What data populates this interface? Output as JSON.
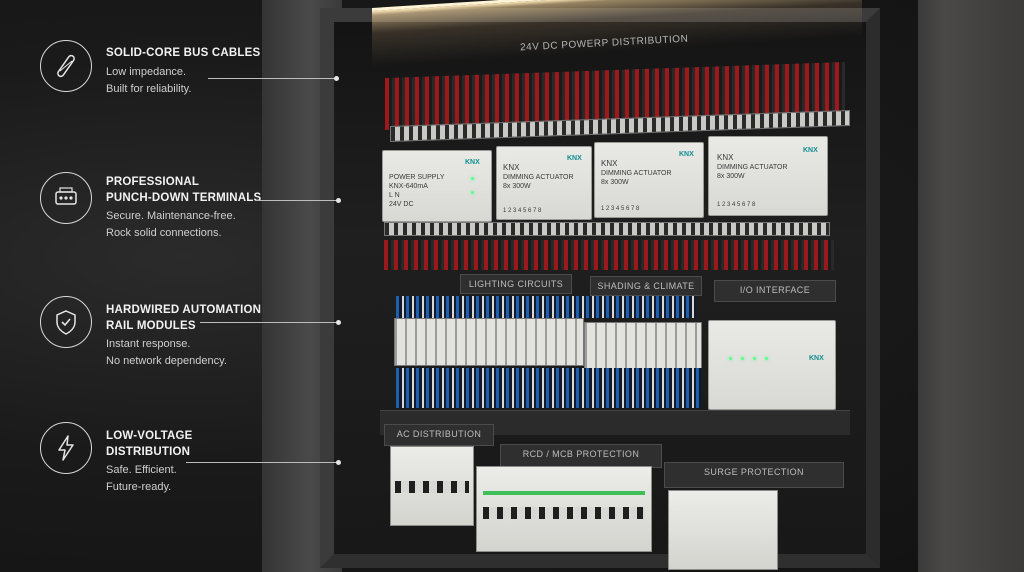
{
  "features": [
    {
      "icon": "cable-icon",
      "title_lines": [
        "SOLID-CORE BUS CABLES"
      ],
      "desc_lines": [
        "Low impedance.",
        "Built for reliability."
      ]
    },
    {
      "icon": "terminal-block-icon",
      "title_lines": [
        "PROFESSIONAL",
        "PUNCH-DOWN TERMINALS"
      ],
      "desc_lines": [
        "Secure. Maintenance-free.",
        "Rock solid connections."
      ]
    },
    {
      "icon": "shield-check-icon",
      "title_lines": [
        "HARDWIRED AUTOMATION",
        "RAIL MODULES"
      ],
      "desc_lines": [
        "Instant response.",
        "No network dependency."
      ]
    },
    {
      "icon": "lightning-bolt-icon",
      "title_lines": [
        "LOW-VOLTAGE",
        "DISTRIBUTION"
      ],
      "desc_lines": [
        "Safe. Efficient.",
        "Future-ready."
      ]
    }
  ],
  "panel": {
    "top_label": "24V DC POWERP DISTRIBUTION",
    "modules": [
      {
        "logo": "KNX",
        "lines": [
          "POWER SUPPLY",
          "KNX-640mA",
          "L  N",
          "24V DC"
        ]
      },
      {
        "logo": "KNX",
        "lines": [
          "KNX",
          "DIMMING ACTUATOR",
          "8x 300W"
        ]
      },
      {
        "logo": "KNX",
        "lines": [
          "KNX",
          "DIMMING ACTUATOR",
          "8x 300W"
        ]
      },
      {
        "logo": "KNX",
        "lines": [
          "KNX",
          "DIMMING ACTUATOR",
          "8x 300W"
        ]
      }
    ],
    "channel_numbers": "1  2  3  4  5  6  7  8",
    "section_labels": {
      "lighting": "LIGHTING CIRCUITS",
      "shading": "SHADING & CLIMATE",
      "io": "I/O INTERFACE",
      "ac": "AC DISTRIBUTION",
      "rcd": "RCD / MCB PROTECTION",
      "surge": "SURGE PROTECTION"
    },
    "io_logo": "KNX"
  }
}
